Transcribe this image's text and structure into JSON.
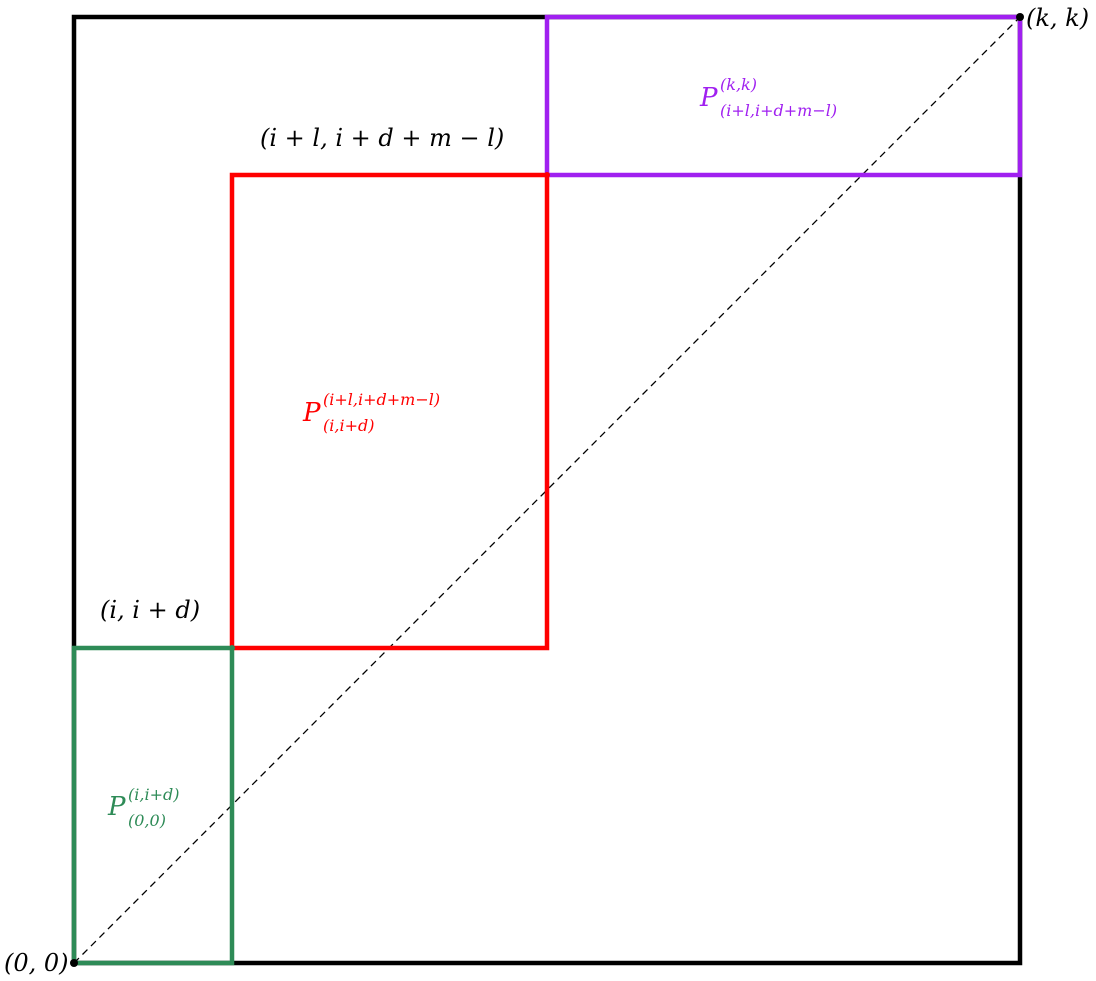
{
  "colors": {
    "outer": "#000000",
    "green": "#2e8b57",
    "red": "#ff0000",
    "purple": "#a020f0",
    "diagonal": "#000000"
  },
  "points": {
    "origin": "(0, 0)",
    "corner": "(k, k)",
    "green_corner": "(i, i + d)",
    "red_corner": "(i + l, i + d + m − l)"
  },
  "regions": {
    "green": {
      "base": "P",
      "sup": "(i,i+d)",
      "sub": "(0,0)"
    },
    "red": {
      "base": "P",
      "sup": "(i+l,i+d+m−l)",
      "sub": "(i,i+d)"
    },
    "purple": {
      "base": "P",
      "sup": "(k,k)",
      "sub": "(i+l,i+d+m−l)"
    }
  }
}
